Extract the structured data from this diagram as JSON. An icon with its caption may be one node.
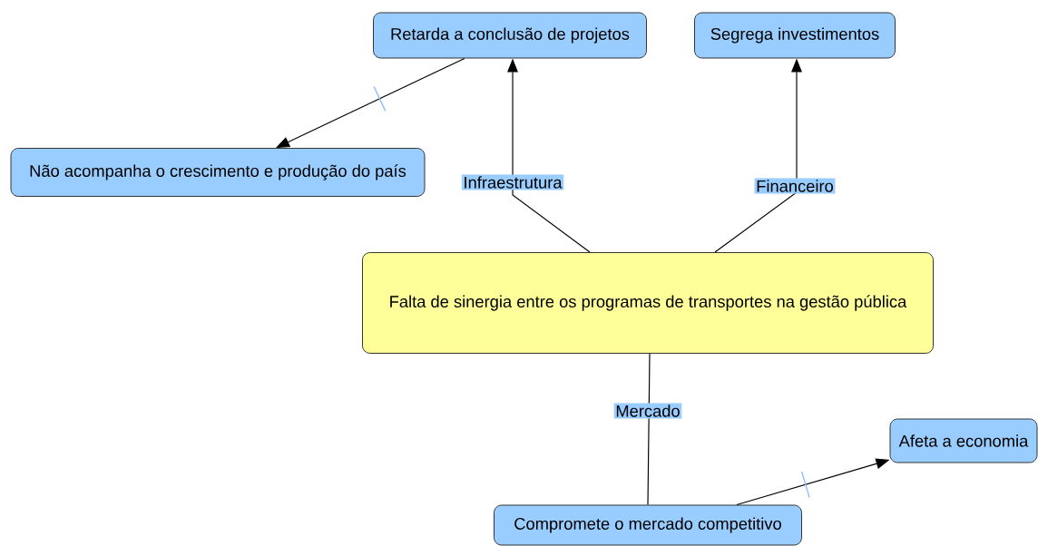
{
  "diagram": {
    "nodes": [
      {
        "text": [
          "Retarda a conclusão de projetos"
        ]
      },
      {
        "text": [
          "Segrega investimentos"
        ]
      },
      {
        "text": [
          "Não acompanha o crescimento e produção do país"
        ]
      },
      {
        "text": [
          "Falta de sinergia entre os programas de transportes na gestão pública"
        ]
      },
      {
        "text": [
          "Afeta a economia"
        ]
      },
      {
        "text": [
          "Compromete o mercado competitivo"
        ]
      }
    ],
    "edges": [
      {
        "from": 3,
        "to": 0,
        "arrow": "to",
        "label": "Infraestrutura"
      },
      {
        "from": 3,
        "to": 1,
        "arrow": "to",
        "label": "Financeiro"
      },
      {
        "from": 0,
        "to": 2,
        "arrow": "to"
      },
      {
        "from": 3,
        "to": 5,
        "arrow": "none",
        "label": "Mercado"
      },
      {
        "from": 5,
        "to": 4,
        "arrow": "to"
      }
    ]
  }
}
